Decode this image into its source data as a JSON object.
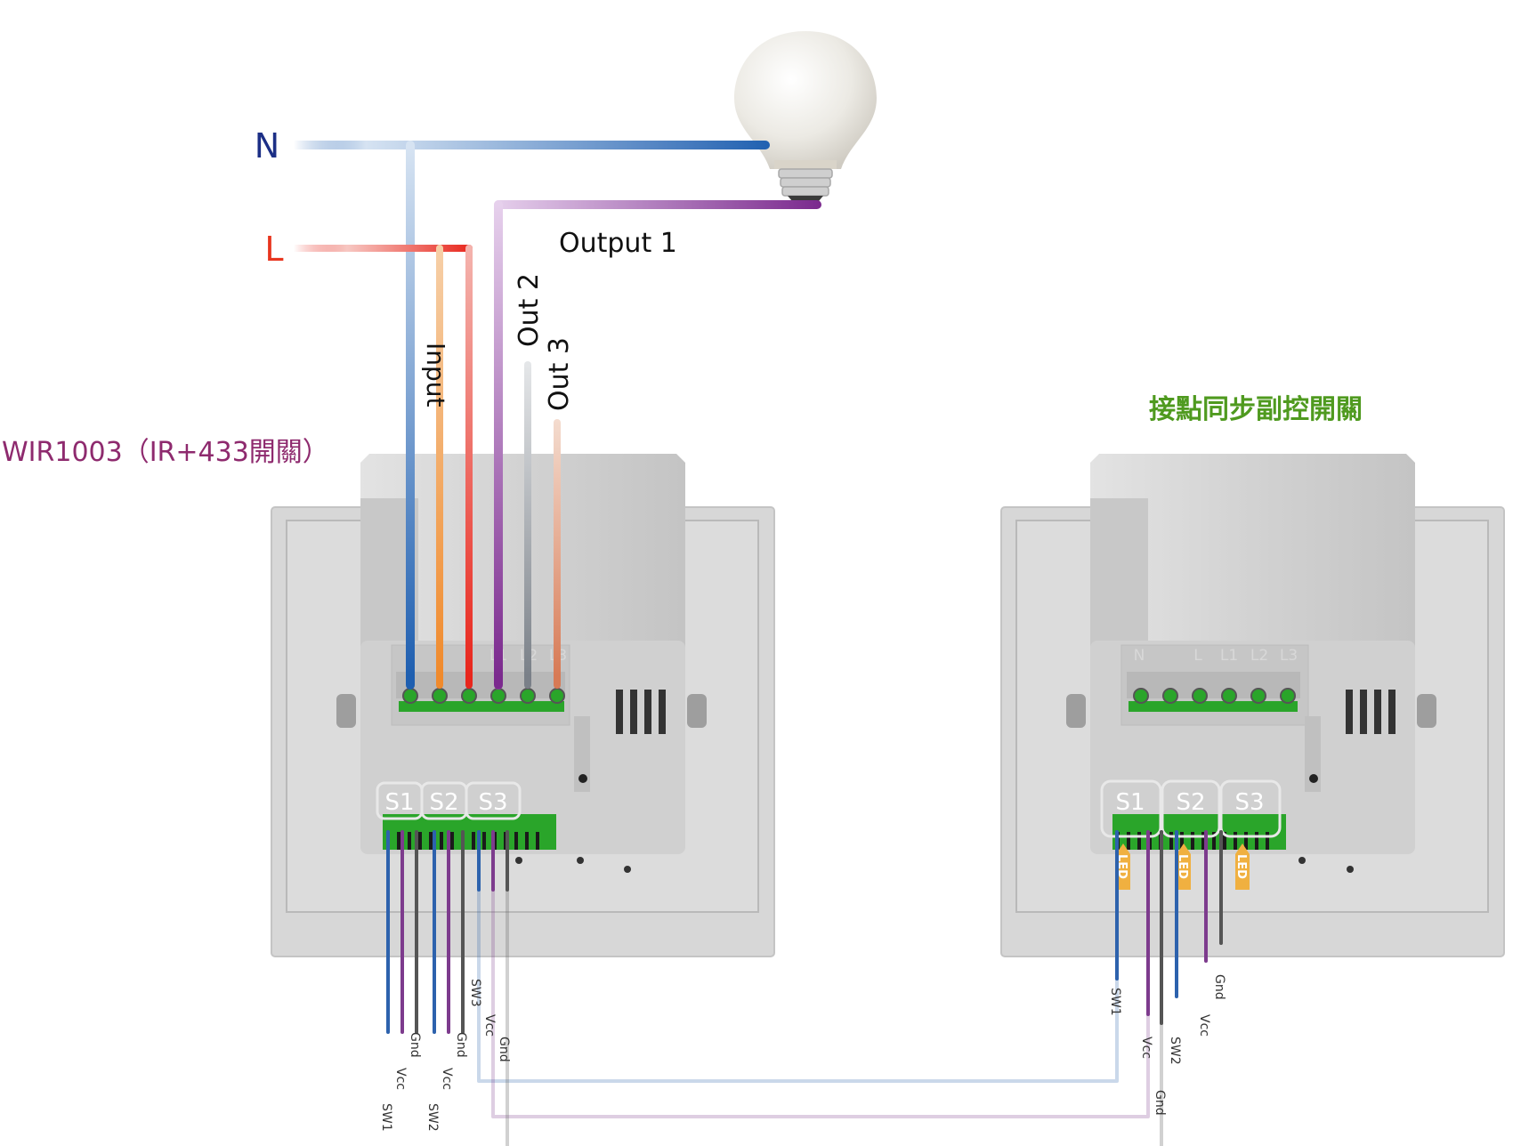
{
  "labels": {
    "neutral": "N",
    "live": "L",
    "input": "Input",
    "output1": "Output 1",
    "out2": "Out 2",
    "out3": "Out 3",
    "main_device": "WIR1003（IR+433開關）",
    "sub_device": "接點同步副控開關"
  },
  "main_switch": {
    "terminals": [
      "",
      "",
      "",
      "L1",
      "L2",
      "L3"
    ],
    "sockets": [
      "S1",
      "S2",
      "S3"
    ],
    "wire_labels": {
      "sw1": "SW1",
      "vcc1": "Vcc",
      "gnd1": "Gnd",
      "sw2": "SW2",
      "vcc2": "Vcc",
      "gnd2": "Gnd",
      "sw3": "SW3",
      "vcc3": "Vcc",
      "gnd3": "Gnd"
    }
  },
  "sub_switch": {
    "terminals": [
      "N",
      "",
      "L",
      "L1",
      "L2",
      "L3"
    ],
    "sockets": [
      "S1",
      "S2",
      "S3"
    ],
    "led_label": "LED",
    "wire_labels": {
      "sw1": "SW1",
      "vcc1": "Vcc",
      "gnd1": "Gnd",
      "sw2": "SW2",
      "vcc2": "Vcc",
      "gnd2": "Gnd"
    }
  },
  "colors": {
    "neutral": "#1f5fb0",
    "live": "#e8261c",
    "input": "#f08a2c",
    "output1": "#7b2a8e",
    "out2": "#8a8f96",
    "out3": "#d77a55",
    "label_n": "#1c2f86",
    "label_l": "#e8351e",
    "main_device_label": "#8e2a6e",
    "sub_device_label": "#4f9a1f",
    "led_badge": "#f0b040",
    "terminal_green": "#2aa52a"
  }
}
